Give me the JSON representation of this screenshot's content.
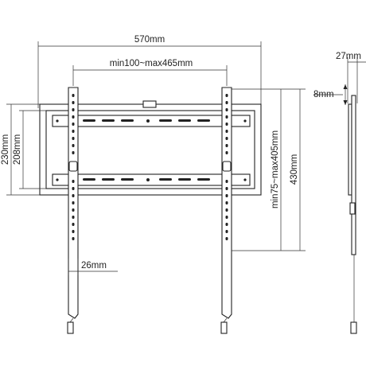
{
  "diagram": {
    "labels": {
      "overall_width": "570mm",
      "vesa_horizontal": "min100~max465mm",
      "outer_height": "230mm",
      "inner_height": "208mm",
      "vesa_vertical": "min75~max405mm",
      "arm_height": "430mm",
      "arm_width": "26mm",
      "depth": "27mm",
      "side_offset": "8mm"
    },
    "colors": {
      "line": "#222222",
      "background": "#ffffff"
    }
  }
}
